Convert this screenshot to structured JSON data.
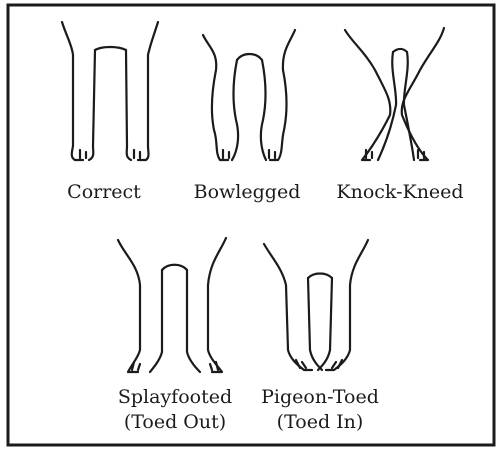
{
  "figure": {
    "row1": [
      {
        "id": "correct",
        "label": "Correct"
      },
      {
        "id": "bowlegged",
        "label": "Bowlegged"
      },
      {
        "id": "knock-kneed",
        "label": "Knock-Kneed"
      }
    ],
    "row2": [
      {
        "id": "splayfooted",
        "label_line1": "Splayfooted",
        "label_line2": "(Toed Out)"
      },
      {
        "id": "pigeon-toed",
        "label_line1": "Pigeon-Toed",
        "label_line2": "(Toed In)"
      }
    ]
  }
}
